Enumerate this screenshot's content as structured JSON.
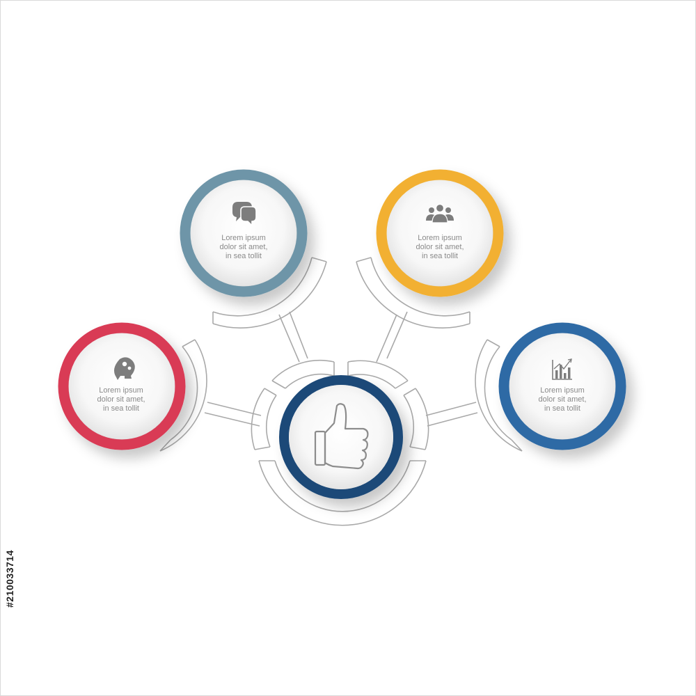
{
  "center": {
    "icon": "thumbs-up-icon",
    "ring_color": "#1f4a78"
  },
  "nodes": [
    {
      "key": "top-left",
      "icon": "chat-bubbles-icon",
      "ring_color": "#6e95a8",
      "lines": [
        "Lorem ipsum",
        "dolor sit amet,",
        "in sea tollit"
      ]
    },
    {
      "key": "top-right",
      "icon": "people-group-icon",
      "ring_color": "#f2b031",
      "lines": [
        "Lorem ipsum",
        "dolor sit amet,",
        "in sea tollit"
      ]
    },
    {
      "key": "left",
      "icon": "head-gears-icon",
      "ring_color": "#d93a55",
      "lines": [
        "Lorem ipsum",
        "dolor sit amet,",
        "in sea tollit"
      ]
    },
    {
      "key": "right",
      "icon": "bar-chart-icon",
      "ring_color": "#2e6aa5",
      "lines": [
        "Lorem ipsum",
        "dolor sit amet,",
        "in sea tollit"
      ]
    }
  ],
  "watermark": {
    "stock_id": "#210033714"
  }
}
